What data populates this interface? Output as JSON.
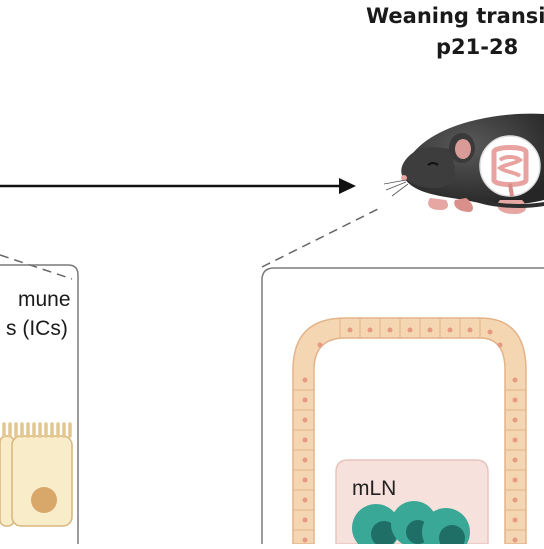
{
  "title": {
    "line1": "Weaning transit",
    "line2": "p21-28"
  },
  "left_panel": {
    "label_line1": "mune",
    "label_line2": "s (ICs)"
  },
  "right_panel": {
    "node_label": "mLN"
  },
  "colors": {
    "arrow": "#111111",
    "panel_border": "#7a7a7a",
    "epithelium_fill": "#f5d6b3",
    "epithelium_stroke": "#e3b489",
    "nucleus": "#e79a83",
    "mln_fill": "#f7e1dc",
    "immune_cell": "#3aa896",
    "immune_cell_dark": "#1f6f66",
    "mouse_body": "#3a3a3a",
    "mouse_pink": "#e6a7a3",
    "enterocyte_fill": "#f8ecc9",
    "enterocyte_nucleus": "#d8a86a"
  },
  "icons": [
    "arrow-right-icon",
    "mouse-icon",
    "intestine-icon",
    "enterocyte-icon",
    "immune-cell-icon"
  ]
}
